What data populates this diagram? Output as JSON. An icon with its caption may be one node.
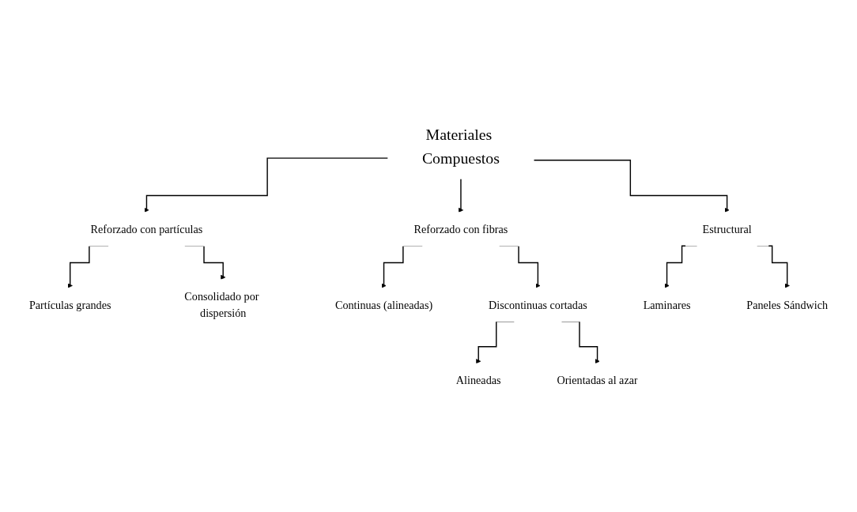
{
  "diagram": {
    "nodes": [
      {
        "text": [
          "Materiales Compuestos"
        ]
      },
      {
        "text": [
          "Reforzado con partículas"
        ]
      },
      {
        "text": [
          "Reforzado con fibras"
        ]
      },
      {
        "text": [
          "Estructural"
        ]
      },
      {
        "text": [
          "Partículas grandes"
        ]
      },
      {
        "text": [
          "Consolidado por dispersión"
        ]
      },
      {
        "text": [
          "Continuas (alineadas)"
        ]
      },
      {
        "text": [
          "Discontinuas cortadas"
        ]
      },
      {
        "text": [
          "Laminares"
        ]
      },
      {
        "text": [
          "Paneles Sándwich"
        ]
      },
      {
        "text": [
          "Alineadas"
        ]
      },
      {
        "text": [
          "Orientadas al azar"
        ]
      }
    ],
    "edges": [
      {
        "from": 0,
        "to": 1,
        "arrow": "to"
      },
      {
        "from": 0,
        "to": 2,
        "arrow": "to"
      },
      {
        "from": 0,
        "to": 3,
        "arrow": "to"
      },
      {
        "from": 1,
        "to": 4,
        "arrow": "to"
      },
      {
        "from": 1,
        "to": 5,
        "arrow": "to"
      },
      {
        "from": 2,
        "to": 6,
        "arrow": "to"
      },
      {
        "from": 2,
        "to": 7,
        "arrow": "to"
      },
      {
        "from": 3,
        "to": 8,
        "arrow": "to"
      },
      {
        "from": 3,
        "to": 9,
        "arrow": "to"
      },
      {
        "from": 7,
        "to": 10,
        "arrow": "to"
      },
      {
        "from": 7,
        "to": 11,
        "arrow": "to"
      }
    ]
  }
}
